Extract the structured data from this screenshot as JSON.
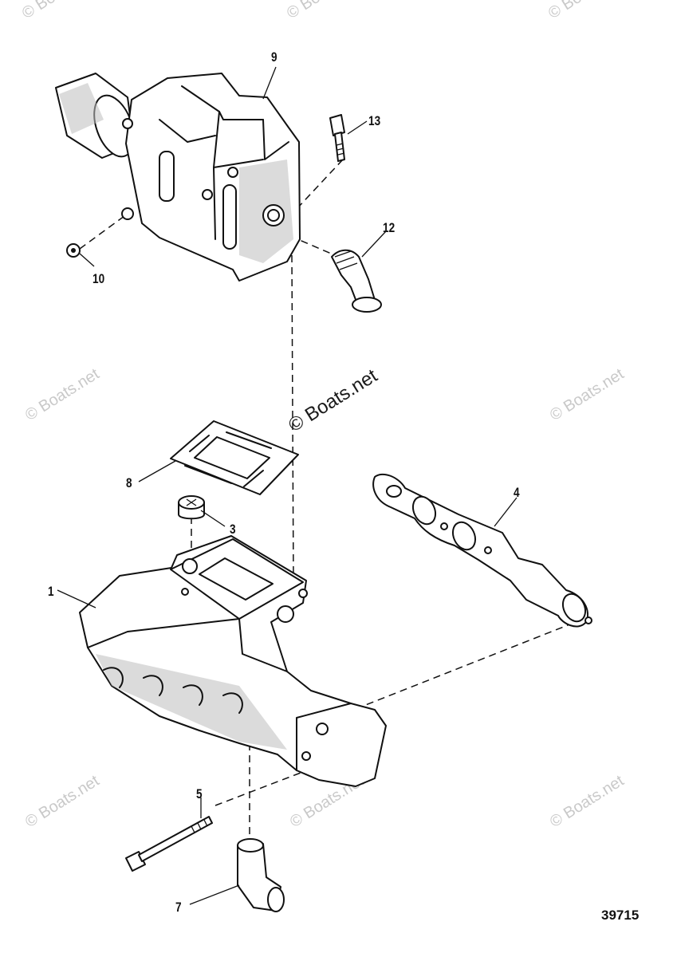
{
  "watermark": {
    "small_text": "© Boats.net",
    "center_text": "© Boats.net"
  },
  "callouts": {
    "c1": "1",
    "c3": "3",
    "c4": "4",
    "c5": "5",
    "c7": "7",
    "c8": "8",
    "c9": "9",
    "c10": "10",
    "c12": "12",
    "c13": "13"
  },
  "figure_number": "39715"
}
